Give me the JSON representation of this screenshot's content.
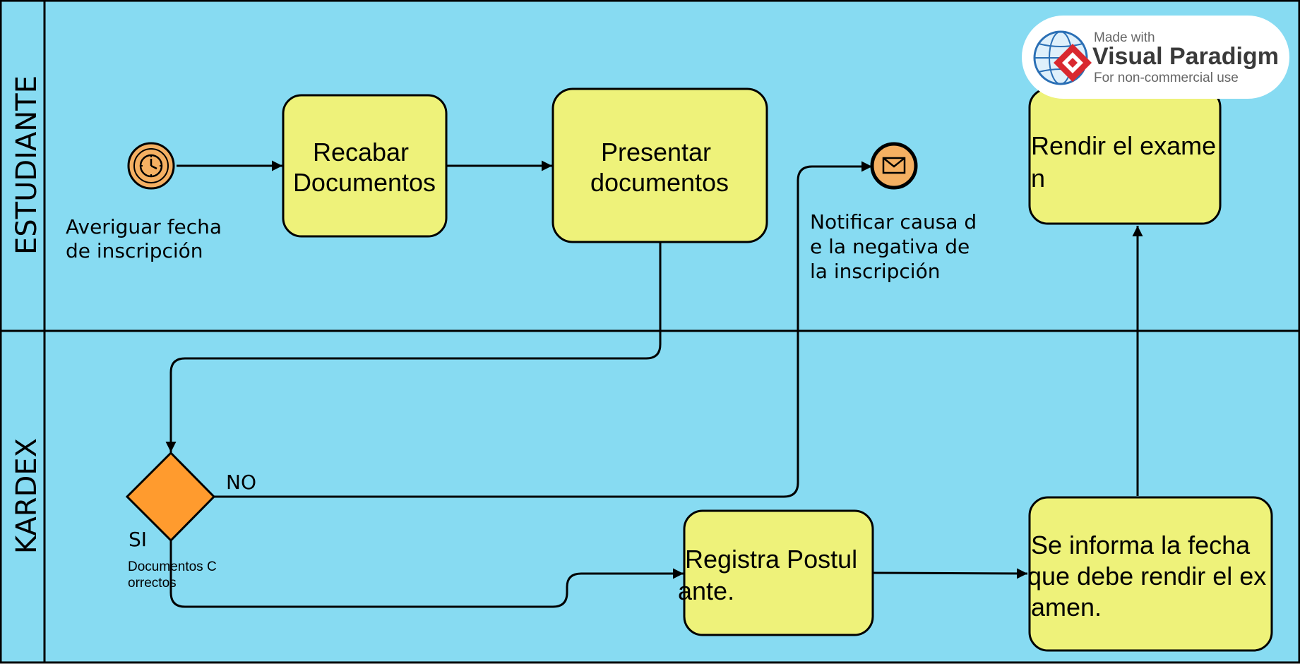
{
  "diagram": {
    "lanes": {
      "estudiante": "ESTUDIANTE",
      "kardex": "KARDEX"
    },
    "events": {
      "timer_start": {
        "line1": "Averiguar fecha",
        "line2": " de inscripción"
      },
      "message_end": {
        "line1": "Notificar causa d",
        "line2": "e la negativa de",
        "line3": "la inscripción"
      }
    },
    "tasks": {
      "recabar": {
        "line1": "Recabar",
        "line2": "Documentos"
      },
      "presentar": {
        "line1": "Presentar",
        "line2": "documentos"
      },
      "rendir": {
        "line1": "Rendir el exame",
        "line2": " n"
      },
      "registra": {
        "line1": "Registra Postul",
        "line2": "ante."
      },
      "informa": {
        "line1": "Se informa la fecha",
        "line2": "que debe rendir el ex",
        "line3": " amen."
      }
    },
    "gateway": {
      "no_label": "NO",
      "si_label": "SI",
      "condition_line1": "Documentos C",
      "condition_line2": " orrectos"
    },
    "watermark": {
      "made_with": "Made with",
      "brand": "Visual Paradigm",
      "usage": "For non-commercial use"
    },
    "colors": {
      "lane_fill": "#87dbf2",
      "task_fill": "#eef27a",
      "gateway_fill": "#ff9b2e",
      "event_fill": "#f5b062"
    }
  }
}
